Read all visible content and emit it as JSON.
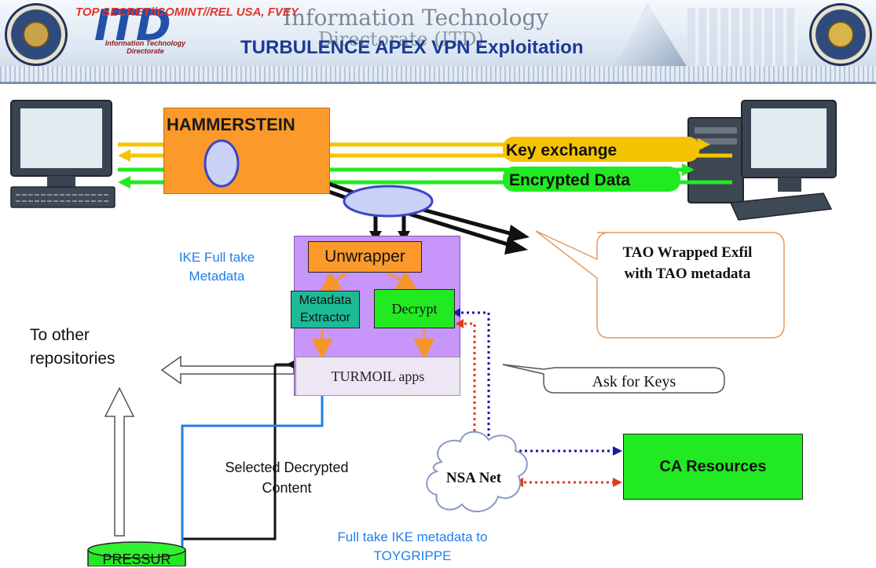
{
  "header": {
    "classification": "TOP SECRET//COMINT//REL USA, FVEY",
    "logo_text": "ITD",
    "logo_subtitle": "Information Technology Directorate",
    "org_line1": "Information Technology",
    "org_line2": "Directorate (ITD)",
    "title": "TURBULENCE APEX VPN Exploitation"
  },
  "diagram": {
    "hammerstein": "HAMMERSTEIN",
    "key_exchange": "Key exchange",
    "encrypted_data": "Encrypted Data",
    "unwrapper": "Unwrapper",
    "metadata_extractor": "Metadata Extractor",
    "decrypt": "Decrypt",
    "turmoil_apps": "TURMOIL apps",
    "ike_full_take": "IKE Full take Metadata",
    "to_other_repositories": "To other repositories",
    "selected_content": "Selected Decrypted Content",
    "full_take_ike": "Full take IKE metadata to TOYGRIPPE",
    "tao_callout": "TAO Wrapped Exfil with TAO metadata",
    "ask_for_keys": "Ask for Keys",
    "nsa_net": "NSA Net",
    "ca_resources": "CA Resources",
    "pressure": "PRESSUR"
  },
  "colors": {
    "hammerstein": "#fb9a2a",
    "turmoil_box": "#c895fa",
    "decrypt": "#22ea22",
    "metadata": "#1bbb96",
    "key_exchange_flow": "#f5c400",
    "encrypted_flow": "#22ea22",
    "metadata_flow": "#1f7fe8",
    "title": "#1b3a94",
    "classification": "#e0342c"
  }
}
